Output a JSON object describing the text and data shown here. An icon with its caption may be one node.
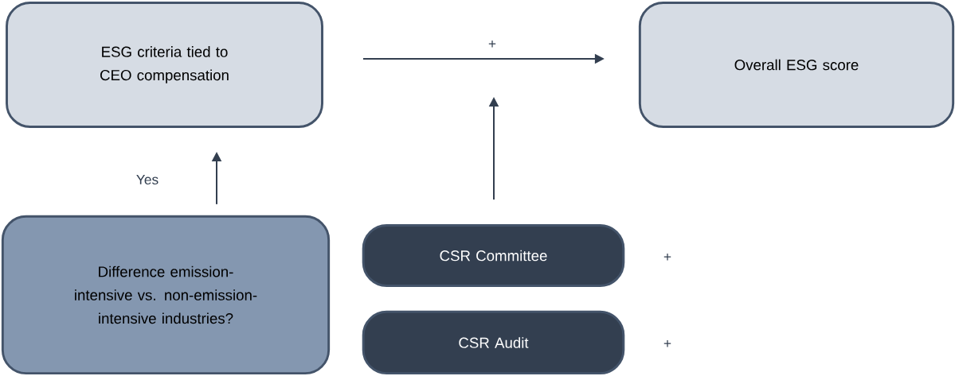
{
  "diagram": {
    "nodes": [
      {
        "text": [
          "ESG criteria tied to CEO compensation"
        ]
      },
      {
        "text": [
          "Overall ESG score"
        ]
      },
      {
        "text": [
          "Difference emission-intensive vs. non-emission-intensive industries?"
        ]
      },
      {
        "text": [
          "CSR Committee"
        ]
      },
      {
        "text": [
          "CSR Audit"
        ]
      }
    ],
    "edges": [
      {
        "from": 0,
        "to": 1,
        "arrow": "to",
        "label": "+"
      },
      {
        "from": 2,
        "to": 0,
        "arrow": "to",
        "label": "Yes"
      },
      {
        "from": 3,
        "to": null,
        "arrow": "to"
      }
    ],
    "labels": [
      "+",
      "+"
    ]
  }
}
